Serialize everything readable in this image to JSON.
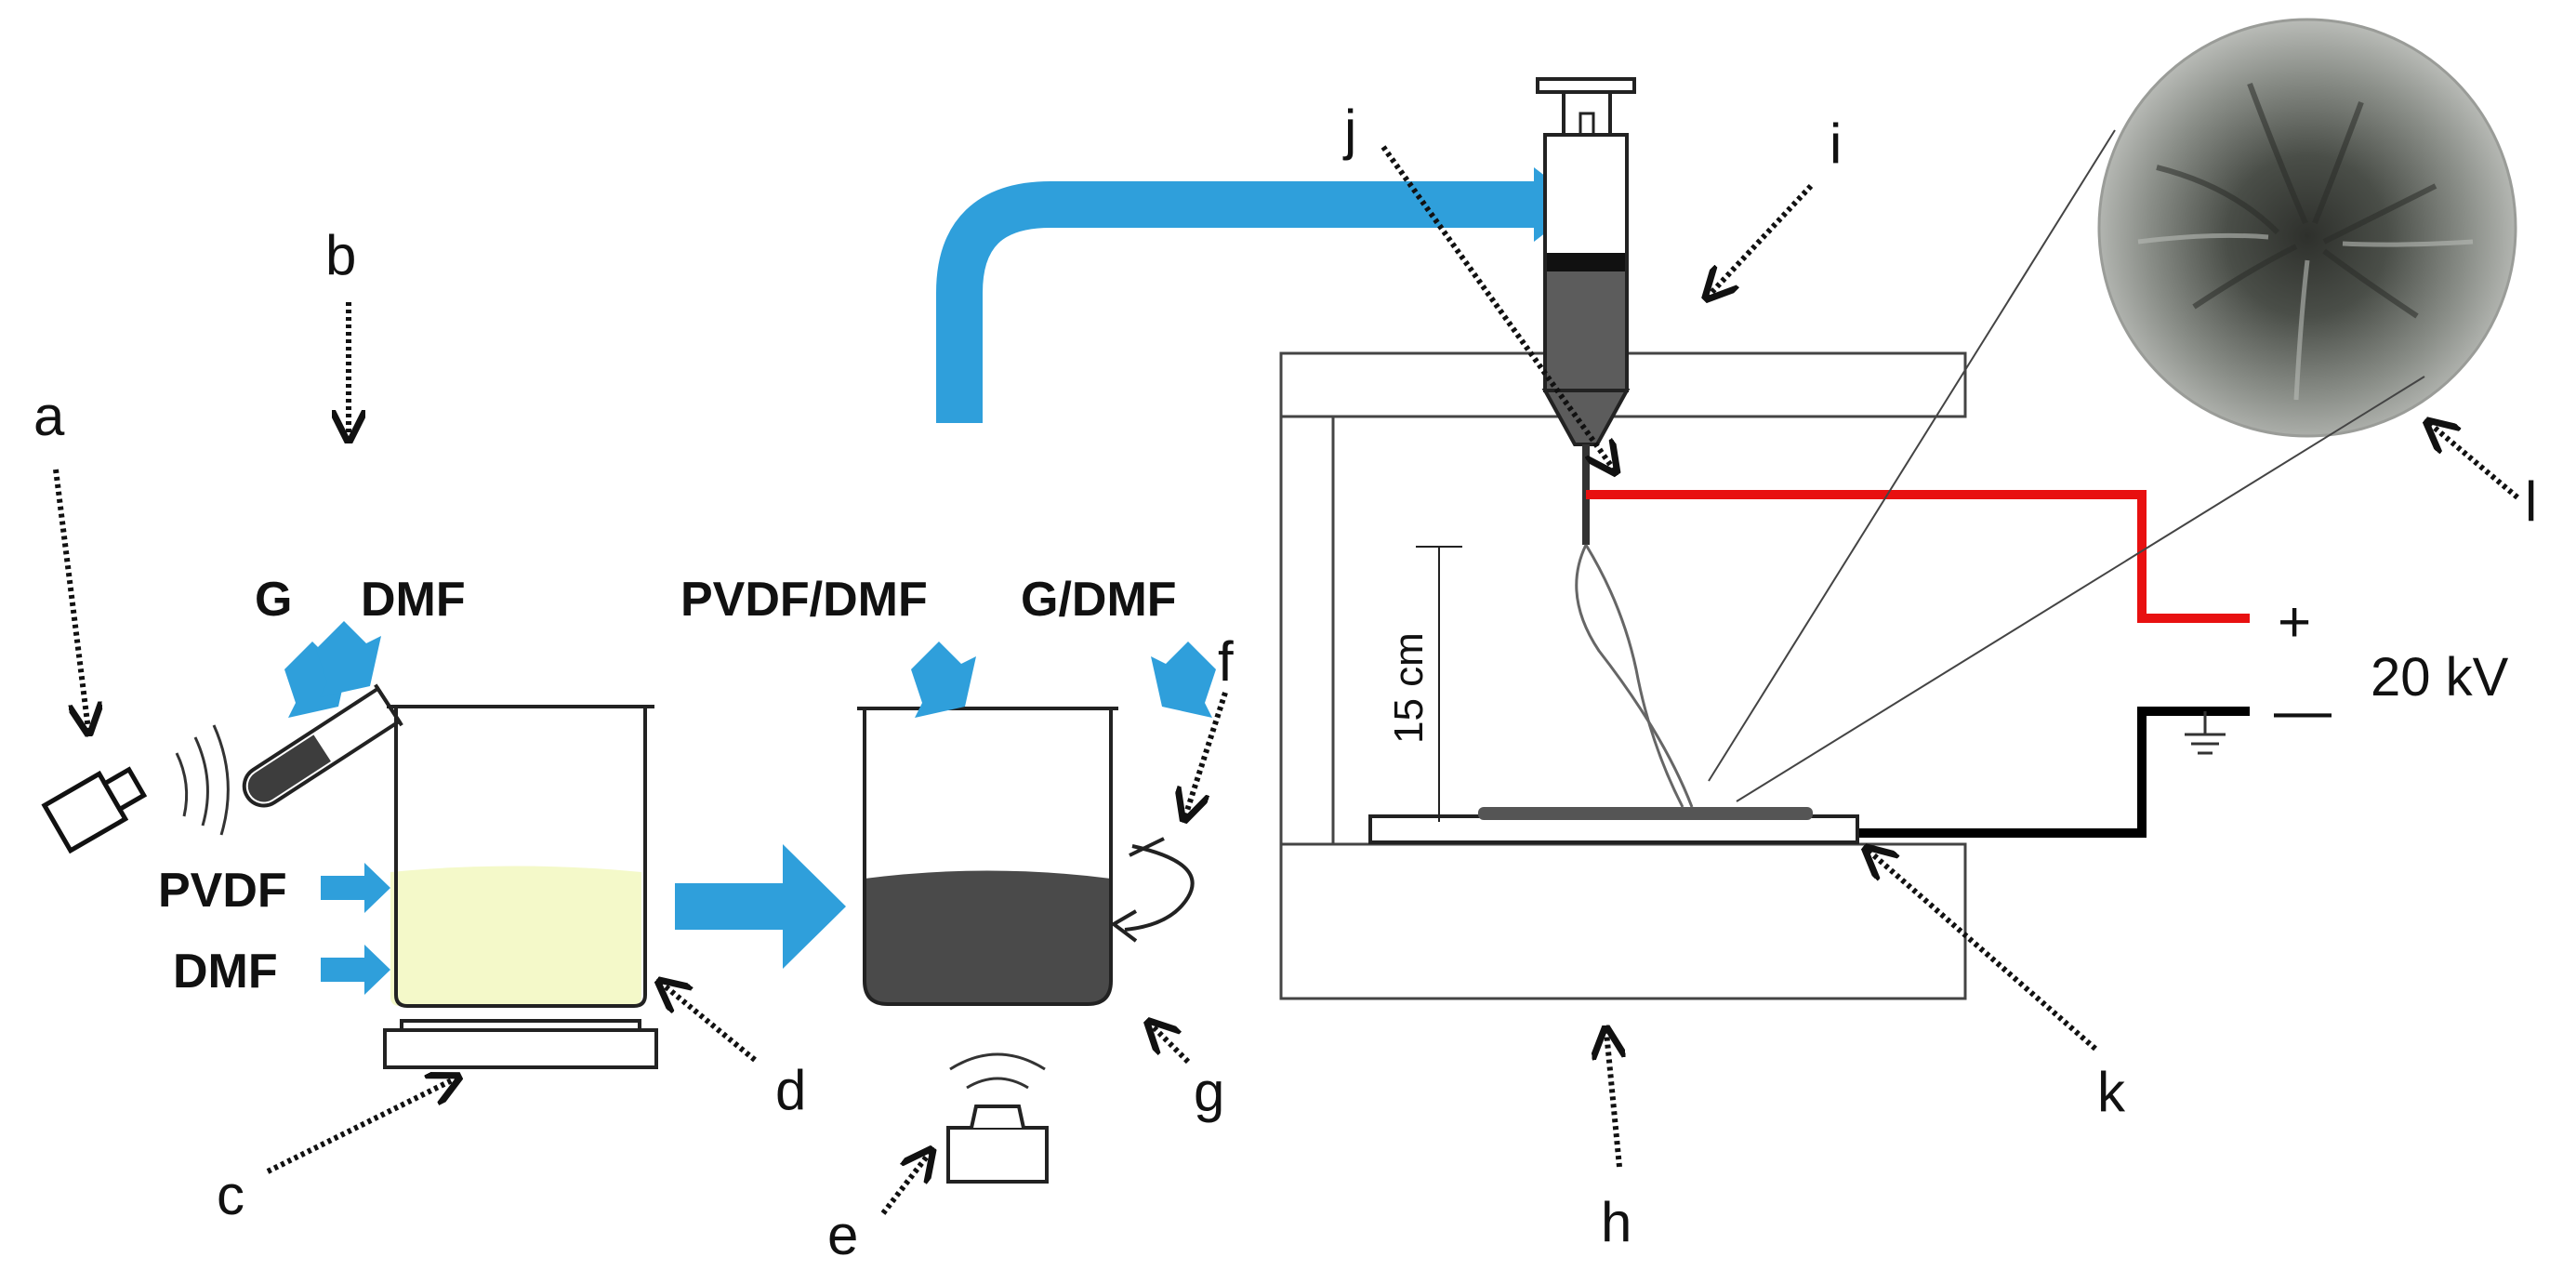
{
  "component_labels": {
    "a": "a",
    "b": "b",
    "c": "c",
    "d": "d",
    "e": "e",
    "f": "f",
    "g": "g",
    "h": "h",
    "i": "i",
    "j": "j",
    "k": "k",
    "l": "l"
  },
  "reagents": {
    "graphene": "G",
    "dmf_test_tube": "DMF",
    "pvdf": "PVDF",
    "dmf_beaker": "DMF",
    "pvdf_dmf": "PVDF/DMF",
    "g_dmf": "G/DMF"
  },
  "electrospinning": {
    "distance": "15 cm",
    "voltage": "20 kV",
    "positive_sign": "+",
    "negative_sign": "—"
  },
  "colors": {
    "flow_arrow": "#2f9fdb",
    "pvdf_solution": "#f4f9c9",
    "composite_solution": "#4a4a4a",
    "high_voltage_wire": "#e81010",
    "ground_wire": "#000000",
    "fiber_mat": "#555555"
  }
}
